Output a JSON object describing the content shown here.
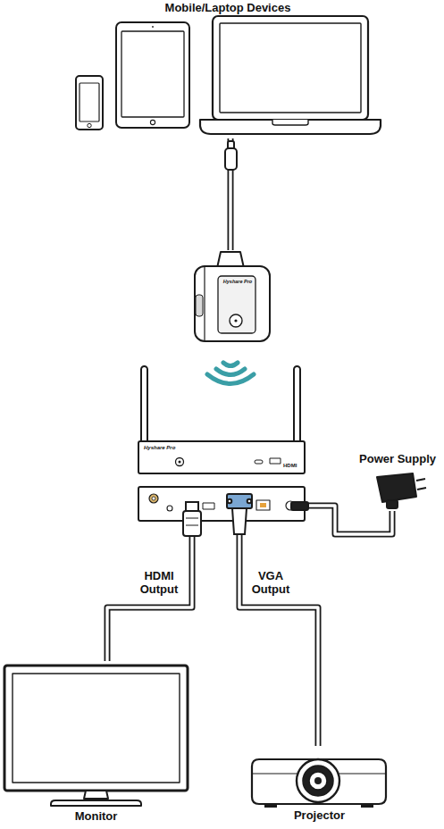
{
  "diagram": {
    "nodes": [
      {
        "text": [
          "Mobile/Laptop Devices"
        ]
      },
      {
        "text": [
          "Hyshare Pro"
        ]
      },
      {
        "text": [
          "Hyshare Pro",
          "HDMI"
        ]
      },
      {
        "text": [
          "Power Supply"
        ]
      },
      {
        "text": [
          "Monitor"
        ]
      },
      {
        "text": [
          "Projector"
        ]
      }
    ],
    "edges": [
      {
        "from": 0,
        "to": 1,
        "arrow": "none"
      },
      {
        "from": 2,
        "to": 4,
        "label": "HDMI Output",
        "arrow": "none"
      },
      {
        "from": 2,
        "to": 5,
        "label": "VGA Output",
        "arrow": "none"
      },
      {
        "from": 2,
        "to": 3,
        "arrow": "none"
      }
    ]
  }
}
